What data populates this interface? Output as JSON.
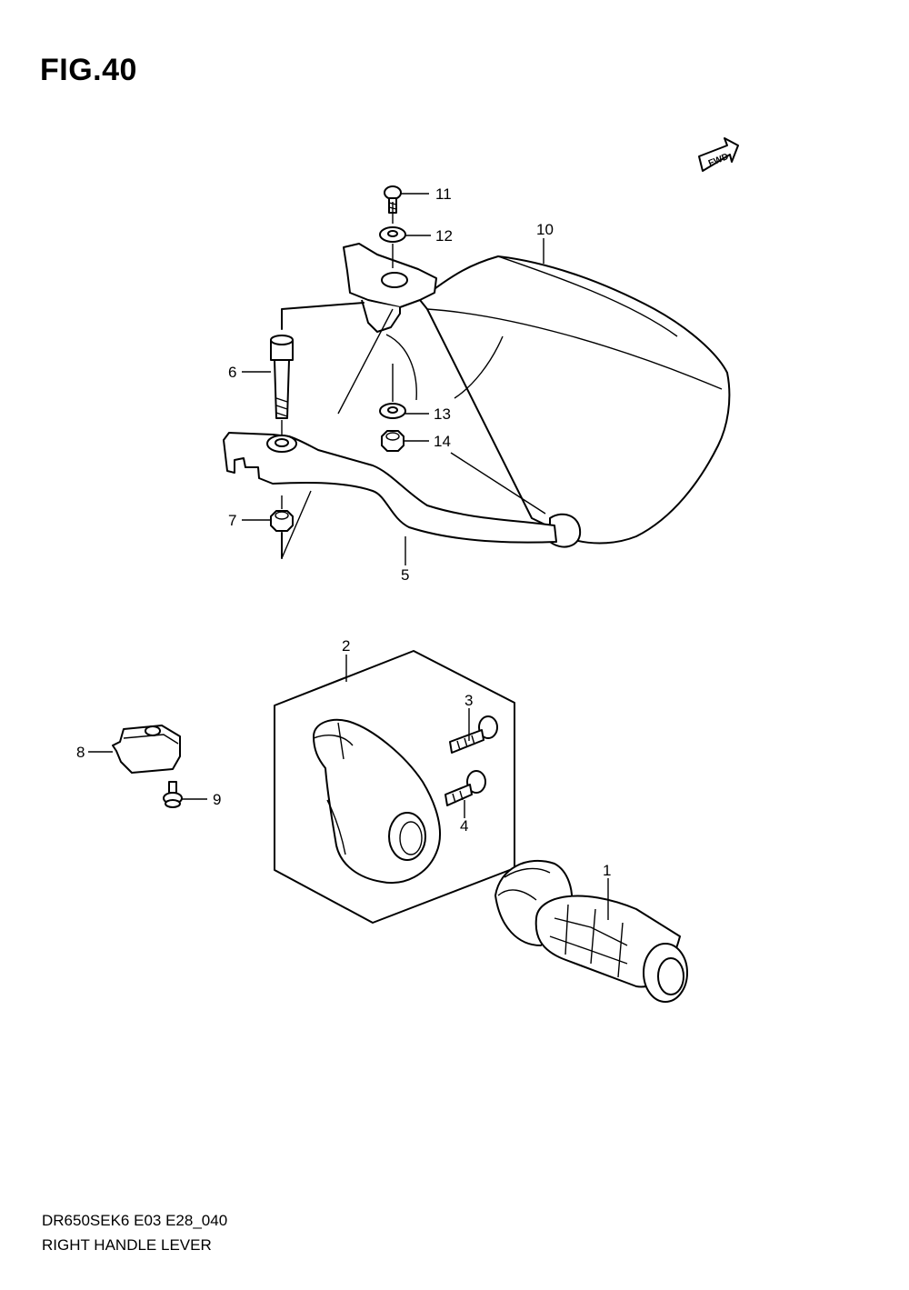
{
  "figure": {
    "title": "FIG.40",
    "model_code": "DR650SEK6 E03 E28_040",
    "caption": "RIGHT HANDLE LEVER",
    "fwd_label": "FWD"
  },
  "callouts": [
    {
      "id": "1",
      "label": "1"
    },
    {
      "id": "2",
      "label": "2"
    },
    {
      "id": "3",
      "label": "3"
    },
    {
      "id": "4",
      "label": "4"
    },
    {
      "id": "5",
      "label": "5"
    },
    {
      "id": "6",
      "label": "6"
    },
    {
      "id": "7",
      "label": "7"
    },
    {
      "id": "8",
      "label": "8"
    },
    {
      "id": "9",
      "label": "9"
    },
    {
      "id": "10",
      "label": "10"
    },
    {
      "id": "11",
      "label": "11"
    },
    {
      "id": "12",
      "label": "12"
    },
    {
      "id": "13",
      "label": "13"
    },
    {
      "id": "14",
      "label": "14"
    }
  ],
  "icons": [
    "fwd-arrow-icon"
  ],
  "colors": {
    "ink": "#000000",
    "paper": "#ffffff"
  }
}
